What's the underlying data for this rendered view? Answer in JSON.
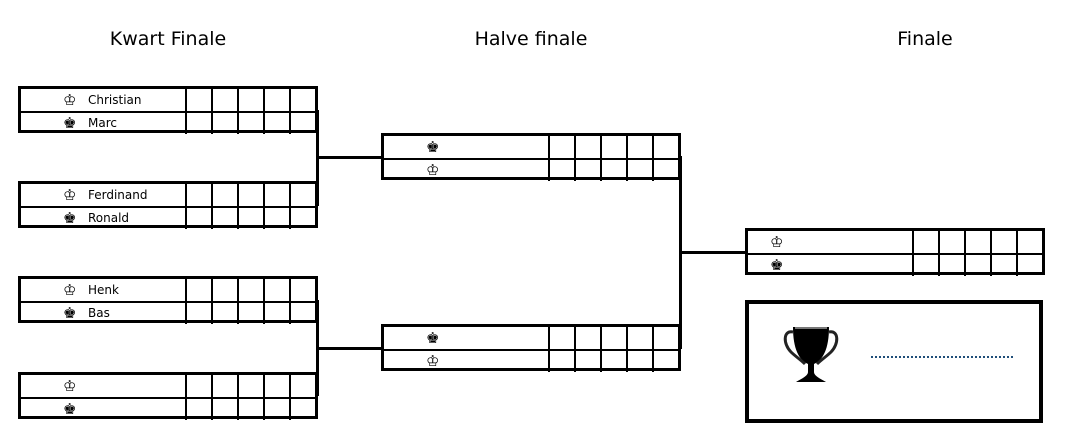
{
  "titles": {
    "quarter": "Kwart Finale",
    "semi": "Halve finale",
    "final": "Finale"
  },
  "quarter_finals": [
    {
      "players": [
        {
          "icon": "white-king",
          "name": "Christian"
        },
        {
          "icon": "black-king",
          "name": "Marc"
        }
      ]
    },
    {
      "players": [
        {
          "icon": "white-king",
          "name": "Ferdinand"
        },
        {
          "icon": "black-king",
          "name": "Ronald"
        }
      ]
    },
    {
      "players": [
        {
          "icon": "white-king",
          "name": "Henk"
        },
        {
          "icon": "black-king",
          "name": "Bas"
        }
      ]
    },
    {
      "players": [
        {
          "icon": "white-king",
          "name": ""
        },
        {
          "icon": "black-king",
          "name": ""
        }
      ]
    }
  ],
  "semi_finals": [
    {
      "players": [
        {
          "icon": "black-king",
          "name": ""
        },
        {
          "icon": "white-king",
          "name": ""
        }
      ]
    },
    {
      "players": [
        {
          "icon": "black-king",
          "name": ""
        },
        {
          "icon": "white-king",
          "name": ""
        }
      ]
    }
  ],
  "final": {
    "players": [
      {
        "icon": "white-king",
        "name": ""
      },
      {
        "icon": "black-king",
        "name": ""
      }
    ]
  },
  "winner": {
    "icon": "trophy",
    "placeholder": "................................"
  },
  "score_cells_per_row": 5
}
